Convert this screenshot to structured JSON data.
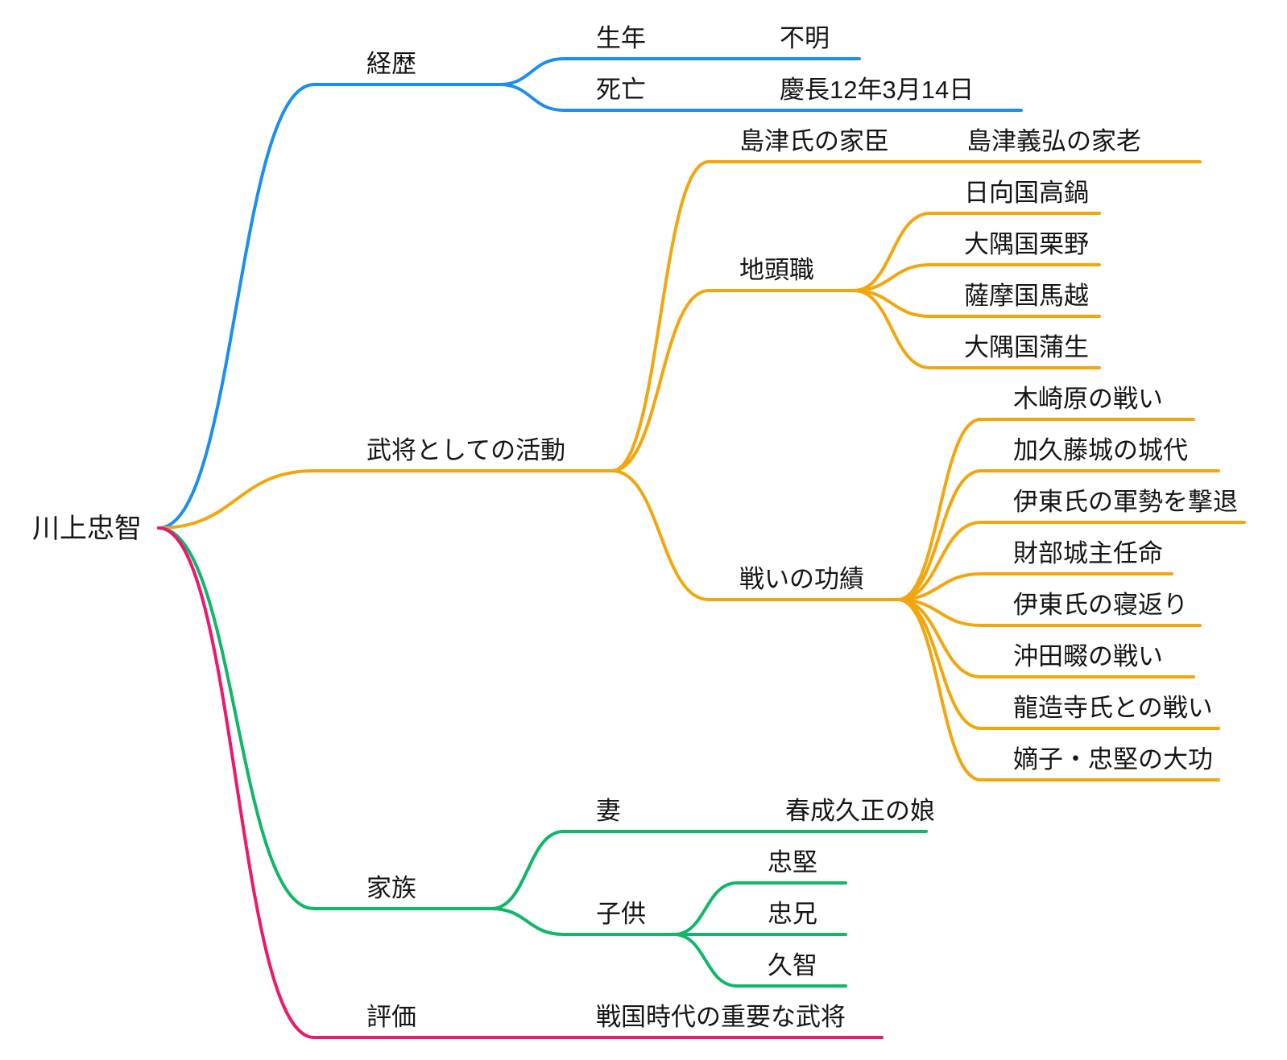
{
  "diagram": {
    "type": "mindmap",
    "background_color": "#ffffff",
    "text_color": "#161616",
    "branch_colors": {
      "career": "#1C8EF0",
      "activity": "#F2A60D",
      "family": "#0EB868",
      "evaluation": "#ED176B"
    },
    "root": {
      "label": "川上忠智",
      "children": [
        {
          "label": "経歴",
          "color": "#1C8EF0",
          "children": [
            {
              "label": "生年",
              "children": [
                {
                  "label": "不明",
                  "children": []
                }
              ]
            },
            {
              "label": "死亡",
              "children": [
                {
                  "label": "慶長12年3月14日",
                  "children": []
                }
              ]
            }
          ]
        },
        {
          "label": "武将としての活動",
          "color": "#F2A60D",
          "children": [
            {
              "label": "島津氏の家臣",
              "children": [
                {
                  "label": "島津義弘の家老",
                  "children": []
                }
              ]
            },
            {
              "label": "地頭職",
              "children": [
                {
                  "label": "日向国高鍋",
                  "children": []
                },
                {
                  "label": "大隅国栗野",
                  "children": []
                },
                {
                  "label": "薩摩国馬越",
                  "children": []
                },
                {
                  "label": "大隅国蒲生",
                  "children": []
                }
              ]
            },
            {
              "label": "戦いの功績",
              "children": [
                {
                  "label": "木崎原の戦い",
                  "children": []
                },
                {
                  "label": "加久藤城の城代",
                  "children": []
                },
                {
                  "label": "伊東氏の軍勢を撃退",
                  "children": []
                },
                {
                  "label": "財部城主任命",
                  "children": []
                },
                {
                  "label": "伊東氏の寝返り",
                  "children": []
                },
                {
                  "label": "沖田畷の戦い",
                  "children": []
                },
                {
                  "label": "龍造寺氏との戦い",
                  "children": []
                },
                {
                  "label": "嫡子・忠堅の大功",
                  "children": []
                }
              ]
            }
          ]
        },
        {
          "label": "家族",
          "color": "#0EB868",
          "children": [
            {
              "label": "妻",
              "children": [
                {
                  "label": "春成久正の娘",
                  "children": []
                }
              ]
            },
            {
              "label": "子供",
              "children": [
                {
                  "label": "忠堅",
                  "children": []
                },
                {
                  "label": "忠兄",
                  "children": []
                },
                {
                  "label": "久智",
                  "children": []
                }
              ]
            }
          ]
        },
        {
          "label": "評価",
          "color": "#ED176B",
          "children": [
            {
              "label": "戦国時代の重要な武将",
              "children": []
            }
          ]
        }
      ]
    }
  }
}
